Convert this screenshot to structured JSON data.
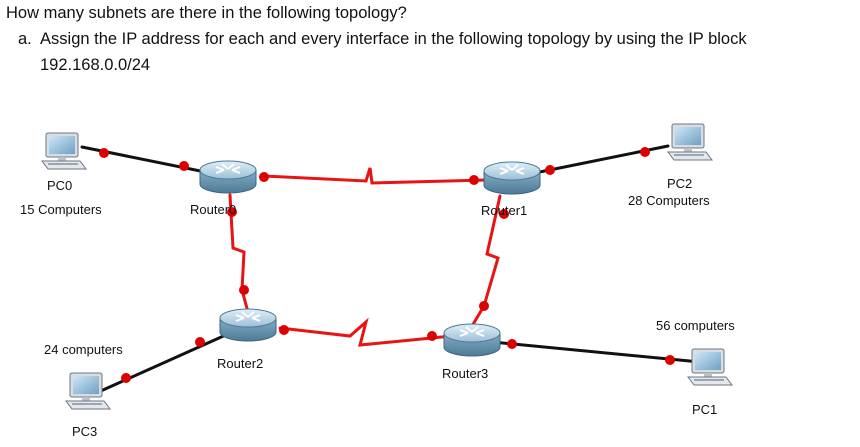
{
  "question": {
    "title": "How many subnets are there in the following topology?",
    "item_marker": "a.",
    "item_text": "Assign the IP address for each and every interface in the following topology by using the IP block",
    "ip_block": "192.168.0.0/24"
  },
  "topology": {
    "devices": [
      {
        "id": "pc0",
        "name": "PC0",
        "hosts": "15 Computers",
        "icon": "pc-icon"
      },
      {
        "id": "pc1",
        "name": "PC1",
        "hosts": "56 computers",
        "icon": "pc-icon"
      },
      {
        "id": "pc2",
        "name": "PC2",
        "hosts": "28 Computers",
        "icon": "pc-icon"
      },
      {
        "id": "pc3",
        "name": "PC3",
        "hosts": "24 computers",
        "icon": "pc-icon"
      },
      {
        "id": "router0",
        "name": "Router0",
        "icon": "router-icon"
      },
      {
        "id": "router1",
        "name": "Router1",
        "icon": "router-icon"
      },
      {
        "id": "router2",
        "name": "Router2",
        "icon": "router-icon"
      },
      {
        "id": "router3",
        "name": "Router3",
        "icon": "router-icon"
      }
    ],
    "links": [
      {
        "from": "pc0",
        "to": "router0",
        "type": "ethernet"
      },
      {
        "from": "router1",
        "to": "pc2",
        "type": "ethernet"
      },
      {
        "from": "pc3",
        "to": "router2",
        "type": "ethernet"
      },
      {
        "from": "router3",
        "to": "pc1",
        "type": "ethernet"
      },
      {
        "from": "router0",
        "to": "router1",
        "type": "serial"
      },
      {
        "from": "router0",
        "to": "router2",
        "type": "serial"
      },
      {
        "from": "router1",
        "to": "router3",
        "type": "serial"
      },
      {
        "from": "router2",
        "to": "router3",
        "type": "serial"
      }
    ],
    "colors": {
      "ethernet": "#111111",
      "serial": "#ee1111",
      "port": "#dd0000",
      "router": "#7aa3bd"
    }
  }
}
